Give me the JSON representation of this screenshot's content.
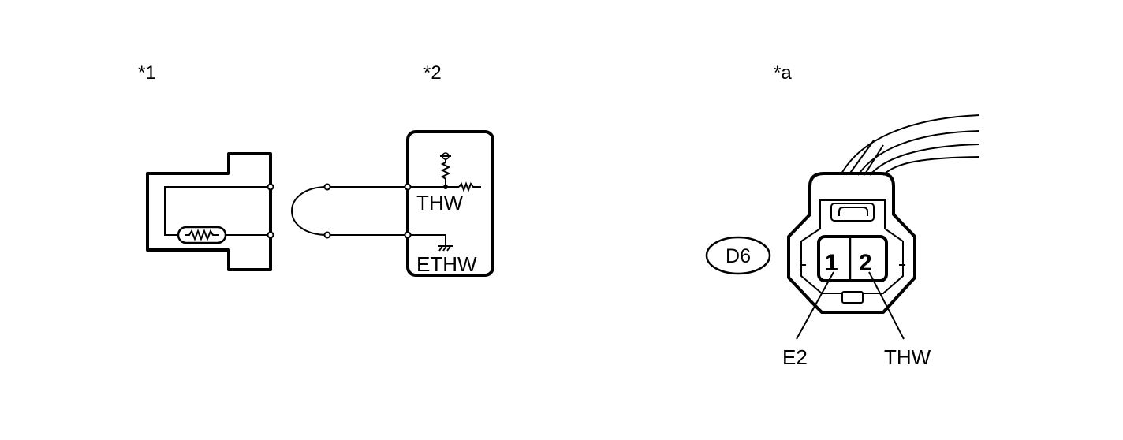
{
  "callouts": {
    "sensor": "*1",
    "ecm": "*2",
    "connector_view": "*a"
  },
  "ecm_terminals": {
    "upper": "THW",
    "lower": "ETHW"
  },
  "connector": {
    "code": "D6",
    "pins": [
      {
        "number": "1",
        "name": "E2"
      },
      {
        "number": "2",
        "name": "THW"
      }
    ]
  }
}
